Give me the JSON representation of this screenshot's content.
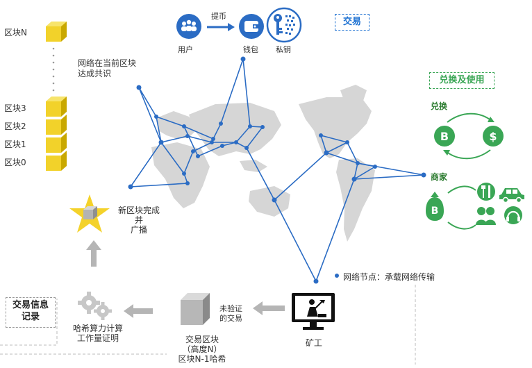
{
  "top": {
    "user_label": "用户",
    "arrow_label": "提币",
    "wallet_label": "钱包",
    "key_label": "私钥",
    "transaction_title": "交易"
  },
  "chain": {
    "blocks": [
      "区块N",
      "区块3",
      "区块2",
      "区块1",
      "区块0"
    ]
  },
  "consensus_label": "网络在当前区块达成共识",
  "new_block_label_lines": [
    "新区块完成",
    "并",
    "广播"
  ],
  "exchange": {
    "title": "兑换及使用",
    "exchange_label": "兑换",
    "merchant_label": "商家",
    "btc_symbol": "B",
    "usd_symbol": "$"
  },
  "legend": {
    "node_text": "网络节点：承载网络传输"
  },
  "flow": {
    "miner_label": "矿工",
    "unverified_label_lines": [
      "未验证",
      "的交易"
    ],
    "tx_block_label_lines": [
      "交易区块",
      "（高度N）",
      "区块N-1哈希"
    ],
    "hash_label_lines": [
      "哈希算力计算",
      "工作量证明"
    ],
    "record_label_lines": [
      "交易信息",
      "记录"
    ]
  },
  "colors": {
    "network_blue": "#2b6cc4",
    "map_gray": "#d4d4d4",
    "block_yellow": "#f2d22a",
    "green": "#3aa655",
    "arrow_gray": "#b0b0b0"
  }
}
